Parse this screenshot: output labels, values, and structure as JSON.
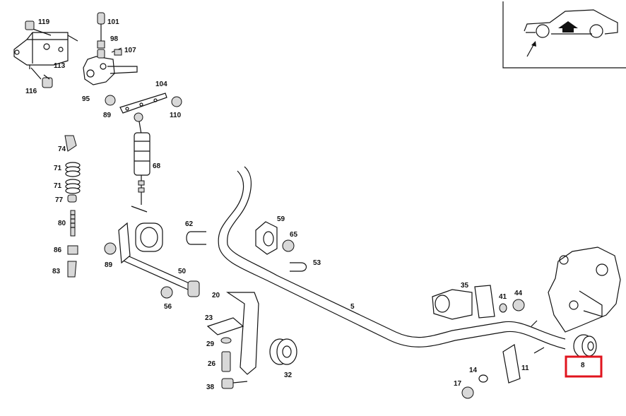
{
  "labels": {
    "p119": "119",
    "p101": "101",
    "p98": "98",
    "p107": "107",
    "p113": "113",
    "p116": "116",
    "p95": "95",
    "p89a": "89",
    "p110": "110",
    "p104": "104",
    "p74": "74",
    "p71a": "71",
    "p71b": "71",
    "p77": "77",
    "p80": "80",
    "p86": "86",
    "p83": "83",
    "p68": "68",
    "p62": "62",
    "p59": "59",
    "p65": "65",
    "p89b": "89",
    "p53": "53",
    "p50": "50",
    "p56": "56",
    "p20": "20",
    "p23": "23",
    "p29": "29",
    "p26": "26",
    "p38": "38",
    "p32": "32",
    "p5": "5",
    "p35": "35",
    "p41": "41",
    "p44": "44",
    "p11": "11",
    "p14": "14",
    "p17": "17",
    "p8": "8"
  },
  "highlight": {
    "part": "8",
    "color": "#e0141e"
  },
  "inset": {
    "icon": "car-side-icon",
    "arrow": "arrow-up-icon"
  }
}
